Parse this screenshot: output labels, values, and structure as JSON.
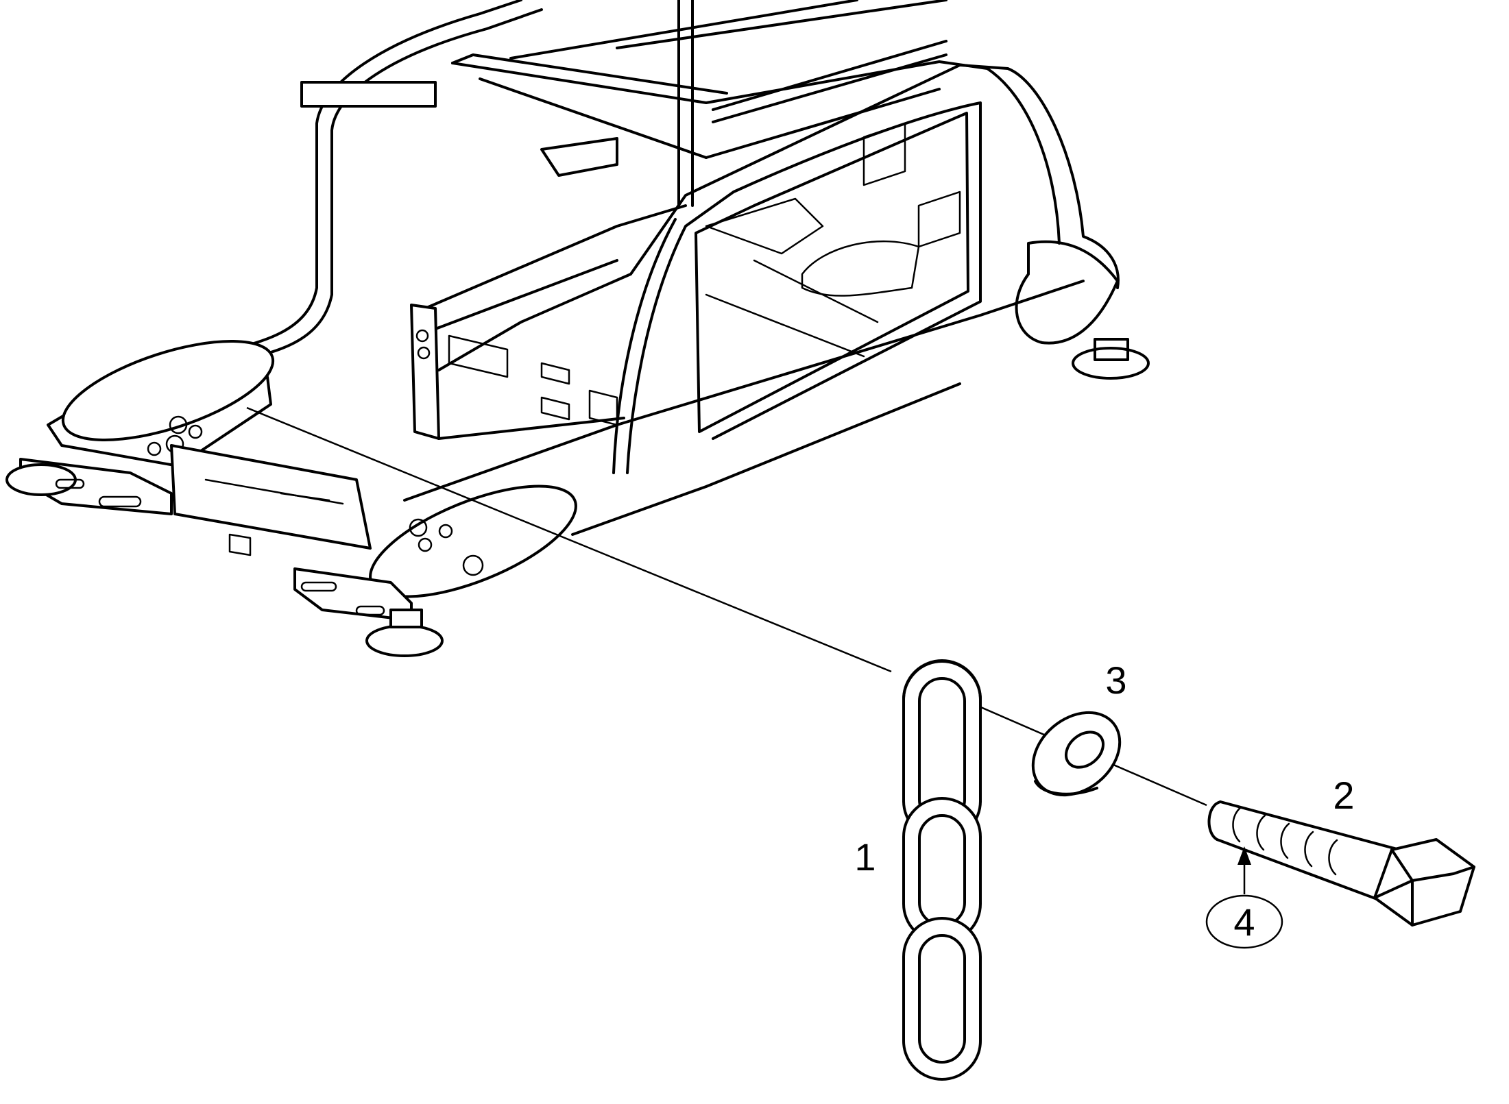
{
  "diagram": {
    "callouts": [
      {
        "id": "1",
        "label": "1",
        "part": "chain"
      },
      {
        "id": "2",
        "label": "2",
        "part": "hex-bolt"
      },
      {
        "id": "3",
        "label": "3",
        "part": "washer"
      },
      {
        "id": "4",
        "label": "4",
        "part": "thread-locker-reference",
        "circled": true
      }
    ]
  }
}
